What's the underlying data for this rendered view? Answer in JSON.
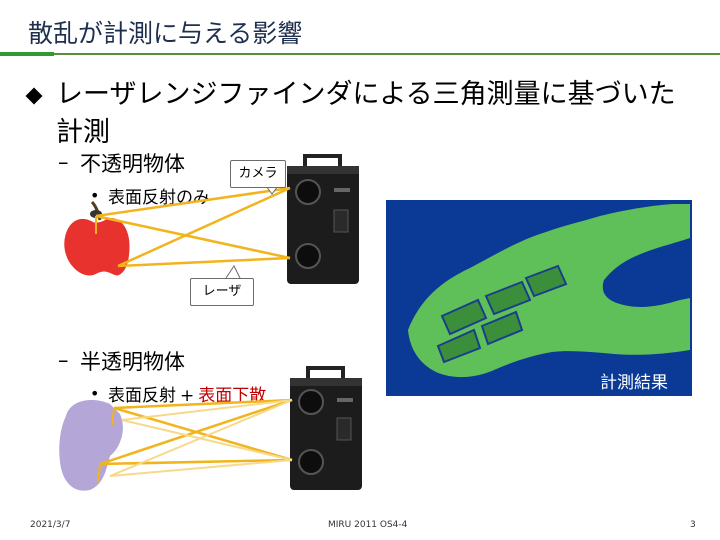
{
  "title": "散乱が計測に与える影響",
  "bullet1": {
    "text": "レーザレンジファインダによる三角測量に基づいた計測"
  },
  "section_opaque": {
    "label": "不透明物体",
    "detail": "表面反射のみ"
  },
  "section_translucent": {
    "label": "半透明物体",
    "detail_a": "表面反射",
    "plus": "+",
    "detail_b": "表面下散"
  },
  "callouts": {
    "camera": "カメラ",
    "laser": "レーザ"
  },
  "result_label": "計測結果",
  "footer": {
    "date": "2021/3/7",
    "center": "MIRU 2011 OS4-4",
    "page": "3"
  },
  "colors": {
    "title": "#1f2f4f",
    "rule": "#2f9a2f",
    "ray": "#f1b41c",
    "scatter_ray": "#f6d98a",
    "apple": "#e8322e",
    "translucent_object": "#b4a6d6",
    "result_bg": "#0a3a96",
    "hand": "#5fbf58",
    "emphasis": "#c00000"
  },
  "icons": {
    "bullet": "diamond-bullet",
    "camera_device": "range-finder-scanner",
    "object1": "apple-icon",
    "object2": "translucent-blob"
  }
}
